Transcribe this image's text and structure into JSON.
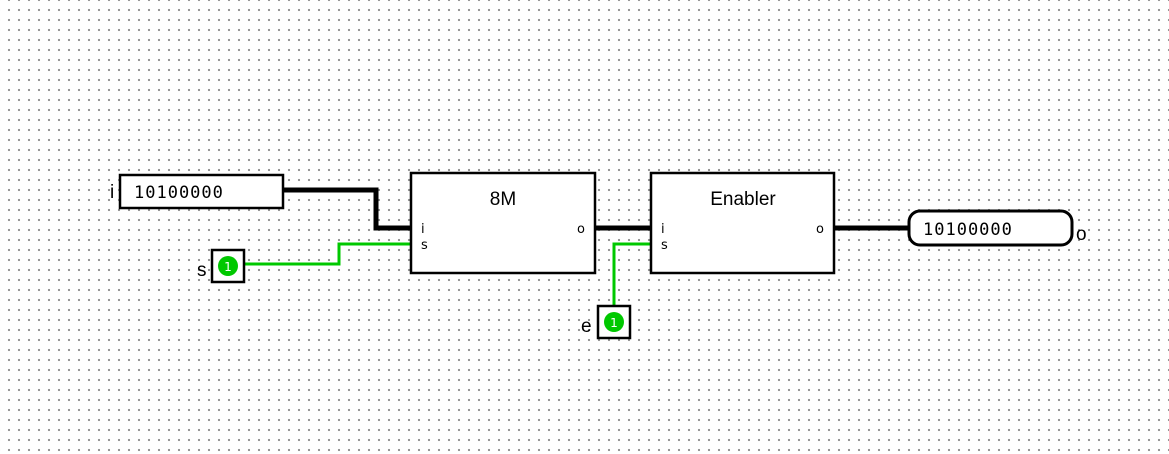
{
  "colors": {
    "bus": "#000000",
    "signal_high": "#00c800",
    "component_border": "#000000"
  },
  "inputs": {
    "i": {
      "label": "i",
      "value": "10100000"
    },
    "s": {
      "label": "s",
      "value": "1"
    },
    "e": {
      "label": "e",
      "value": "1"
    }
  },
  "output": {
    "label": "o",
    "value": "10100000"
  },
  "components": {
    "mux": {
      "title": "8M",
      "pins": {
        "in": "i",
        "sel": "s",
        "out": "o"
      }
    },
    "enabler": {
      "title": "Enabler",
      "pins": {
        "in": "i",
        "sel": "s",
        "out": "o"
      }
    }
  }
}
